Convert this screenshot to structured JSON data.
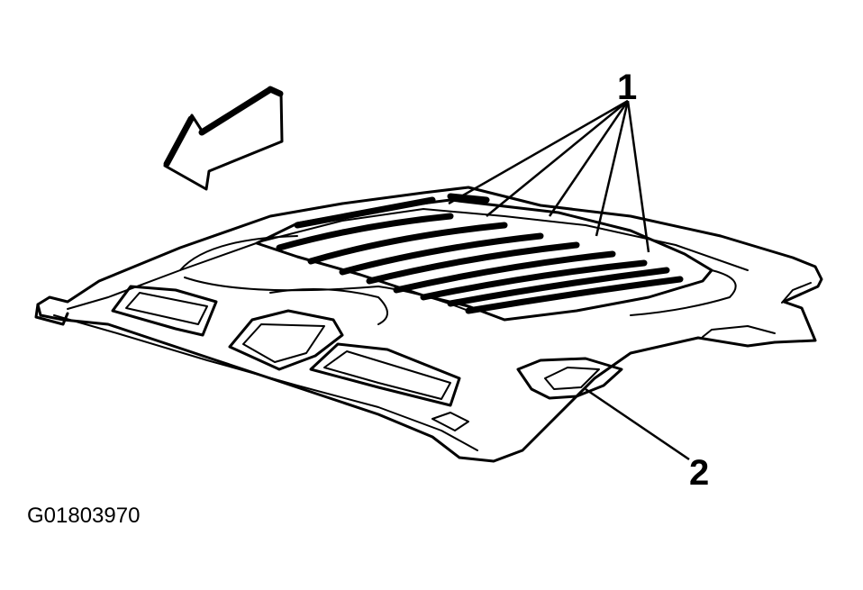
{
  "callouts": {
    "one": "1",
    "two": "2"
  },
  "figure_id": "G01803970",
  "colors": {
    "line": "#000000",
    "background": "#ffffff"
  }
}
